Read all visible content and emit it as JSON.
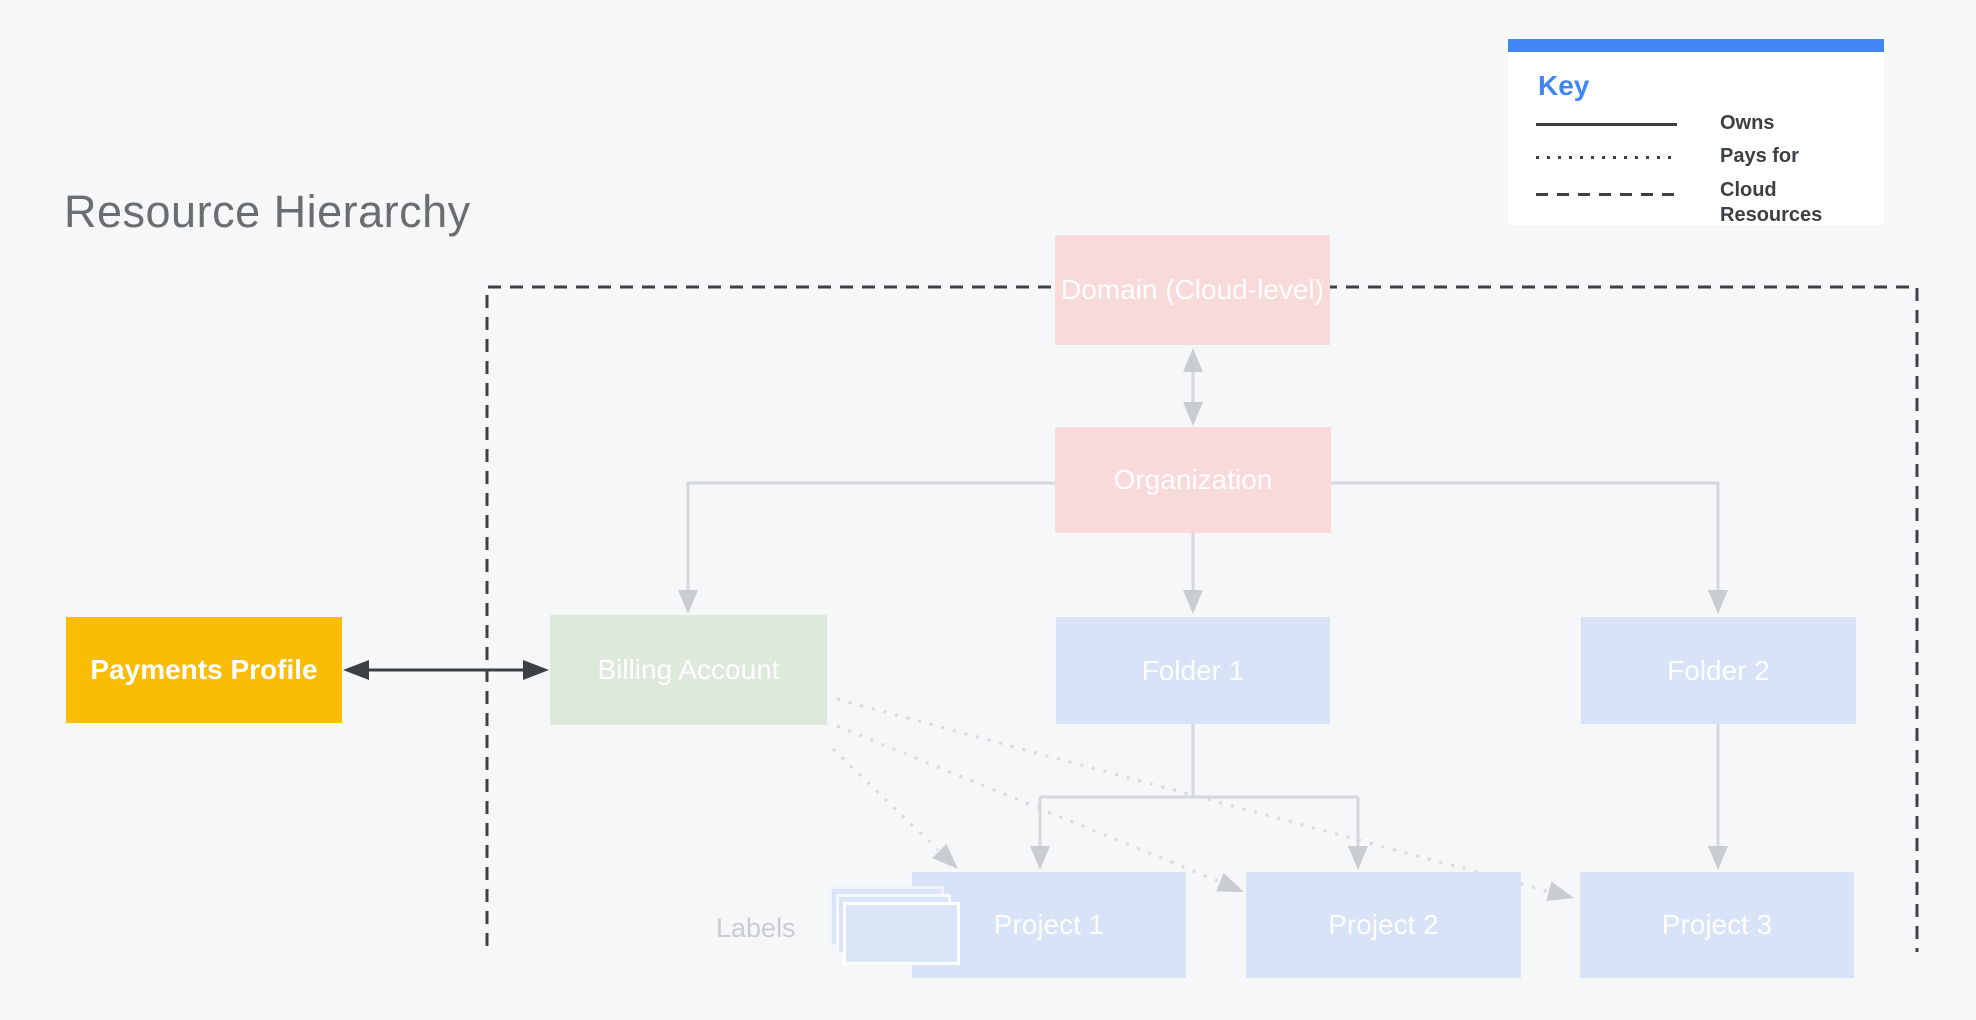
{
  "title": "Resource Hierarchy",
  "key": {
    "title": "Key",
    "items": [
      {
        "style": "solid",
        "label": "Owns"
      },
      {
        "style": "dotted",
        "label": "Pays for"
      },
      {
        "style": "dashed",
        "label": "Cloud Resources"
      }
    ]
  },
  "nodes": {
    "domain": "Domain (Cloud-level)",
    "organization": "Organization",
    "payments_profile": "Payments Profile",
    "billing_account": "Billing Account",
    "folder_1": "Folder 1",
    "folder_2": "Folder 2",
    "project_1": "Project 1",
    "project_2": "Project 2",
    "project_3": "Project 3"
  },
  "labels_caption": "Labels",
  "relationships": [
    {
      "from": "Domain (Cloud-level)",
      "to": "Organization",
      "type": "owns",
      "bidirectional": true
    },
    {
      "from": "Organization",
      "to": "Billing Account",
      "type": "owns"
    },
    {
      "from": "Organization",
      "to": "Folder 1",
      "type": "owns"
    },
    {
      "from": "Organization",
      "to": "Folder 2",
      "type": "owns"
    },
    {
      "from": "Folder 1",
      "to": "Project 1",
      "type": "owns"
    },
    {
      "from": "Folder 1",
      "to": "Project 2",
      "type": "owns"
    },
    {
      "from": "Folder 2",
      "to": "Project 3",
      "type": "owns"
    },
    {
      "from": "Payments Profile",
      "to": "Billing Account",
      "type": "linked",
      "bidirectional": true
    },
    {
      "from": "Billing Account",
      "to": "Project 1",
      "type": "pays_for"
    },
    {
      "from": "Billing Account",
      "to": "Project 2",
      "type": "pays_for"
    },
    {
      "from": "Billing Account",
      "to": "Project 3",
      "type": "pays_for"
    },
    {
      "boundary": "Cloud Resources",
      "style": "dashed",
      "contains": [
        "Domain (Cloud-level)",
        "Organization",
        "Billing Account",
        "Folder 1",
        "Folder 2",
        "Project 1",
        "Project 2",
        "Project 3"
      ]
    }
  ],
  "colors": {
    "background": "#f6f7f9",
    "accent_blue": "#4285f4",
    "node_red": "#f9dada",
    "node_green": "#dde9da",
    "node_blue": "#d9e3f7",
    "node_yellow": "#fbbc05",
    "wire_gray": "#d4d7db",
    "wire_dark": "#3c4043"
  }
}
